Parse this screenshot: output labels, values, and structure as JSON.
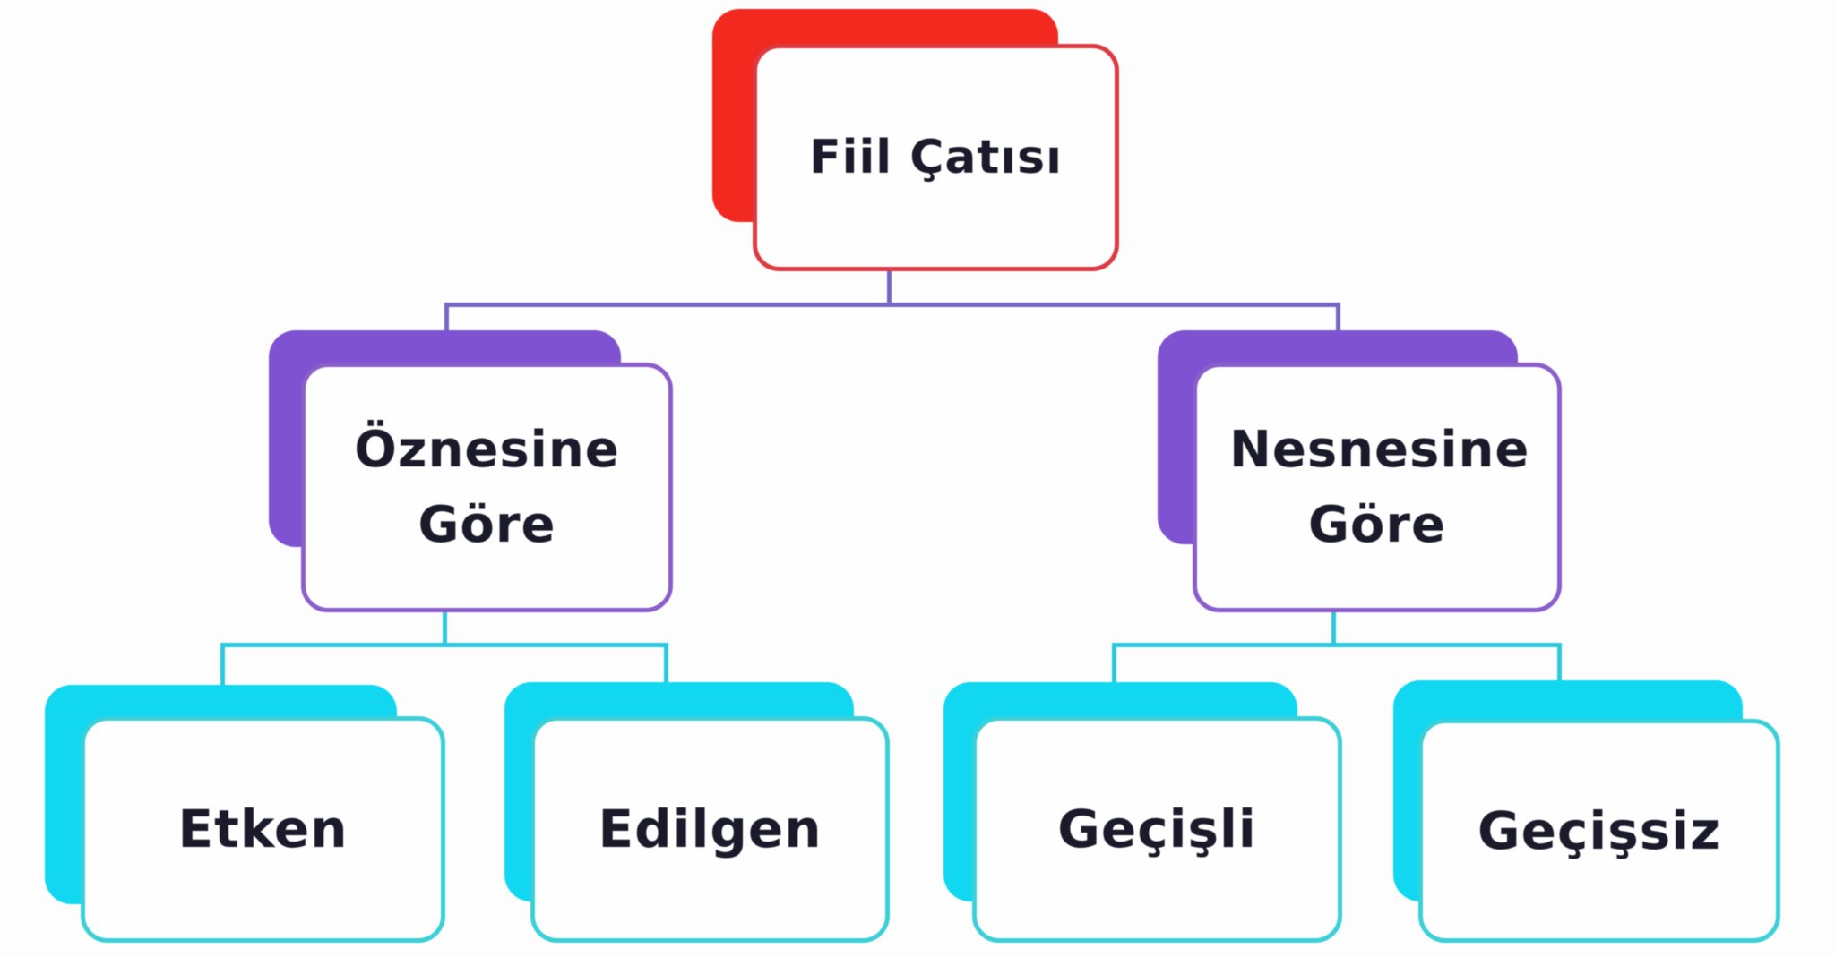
{
  "diagram": {
    "title": "Fiil Çatısı",
    "type": "hierarchy-tree",
    "nodes": [
      {
        "id": "fiil-catisi",
        "label": "Fiil Çatısı",
        "level": 1,
        "parent": null,
        "accent": "#f2291f"
      },
      {
        "id": "oznesine-gore",
        "label": "Öznesine Göre",
        "level": 2,
        "parent": "fiil-catisi",
        "accent": "#7e52d1"
      },
      {
        "id": "nesnesine-gore",
        "label": "Nesnesine Göre",
        "level": 2,
        "parent": "fiil-catisi",
        "accent": "#7e52d1"
      },
      {
        "id": "etken",
        "label": "Etken",
        "level": 3,
        "parent": "oznesine-gore",
        "accent": "#12d7f0"
      },
      {
        "id": "edilgen",
        "label": "Edilgen",
        "level": 3,
        "parent": "oznesine-gore",
        "accent": "#12d7f0"
      },
      {
        "id": "gecisli",
        "label": "Geçişli",
        "level": 3,
        "parent": "nesnesine-gore",
        "accent": "#12d7f0"
      },
      {
        "id": "gecissiz",
        "label": "Geçişsiz",
        "level": 3,
        "parent": "nesnesine-gore",
        "accent": "#12d7f0"
      }
    ]
  },
  "colors": {
    "background": "#fdfdfd",
    "text": "#1a1a2a",
    "red_fill": "#f2291f",
    "red_border": "#dc3b44",
    "purple_fill": "#7e52d1",
    "purple_border": "#8a5ecb",
    "cyan_fill": "#12d7f0",
    "cyan_border": "#3bcfd8",
    "connector_purple": "#7767c4",
    "connector_cyan": "#2cc8de"
  }
}
